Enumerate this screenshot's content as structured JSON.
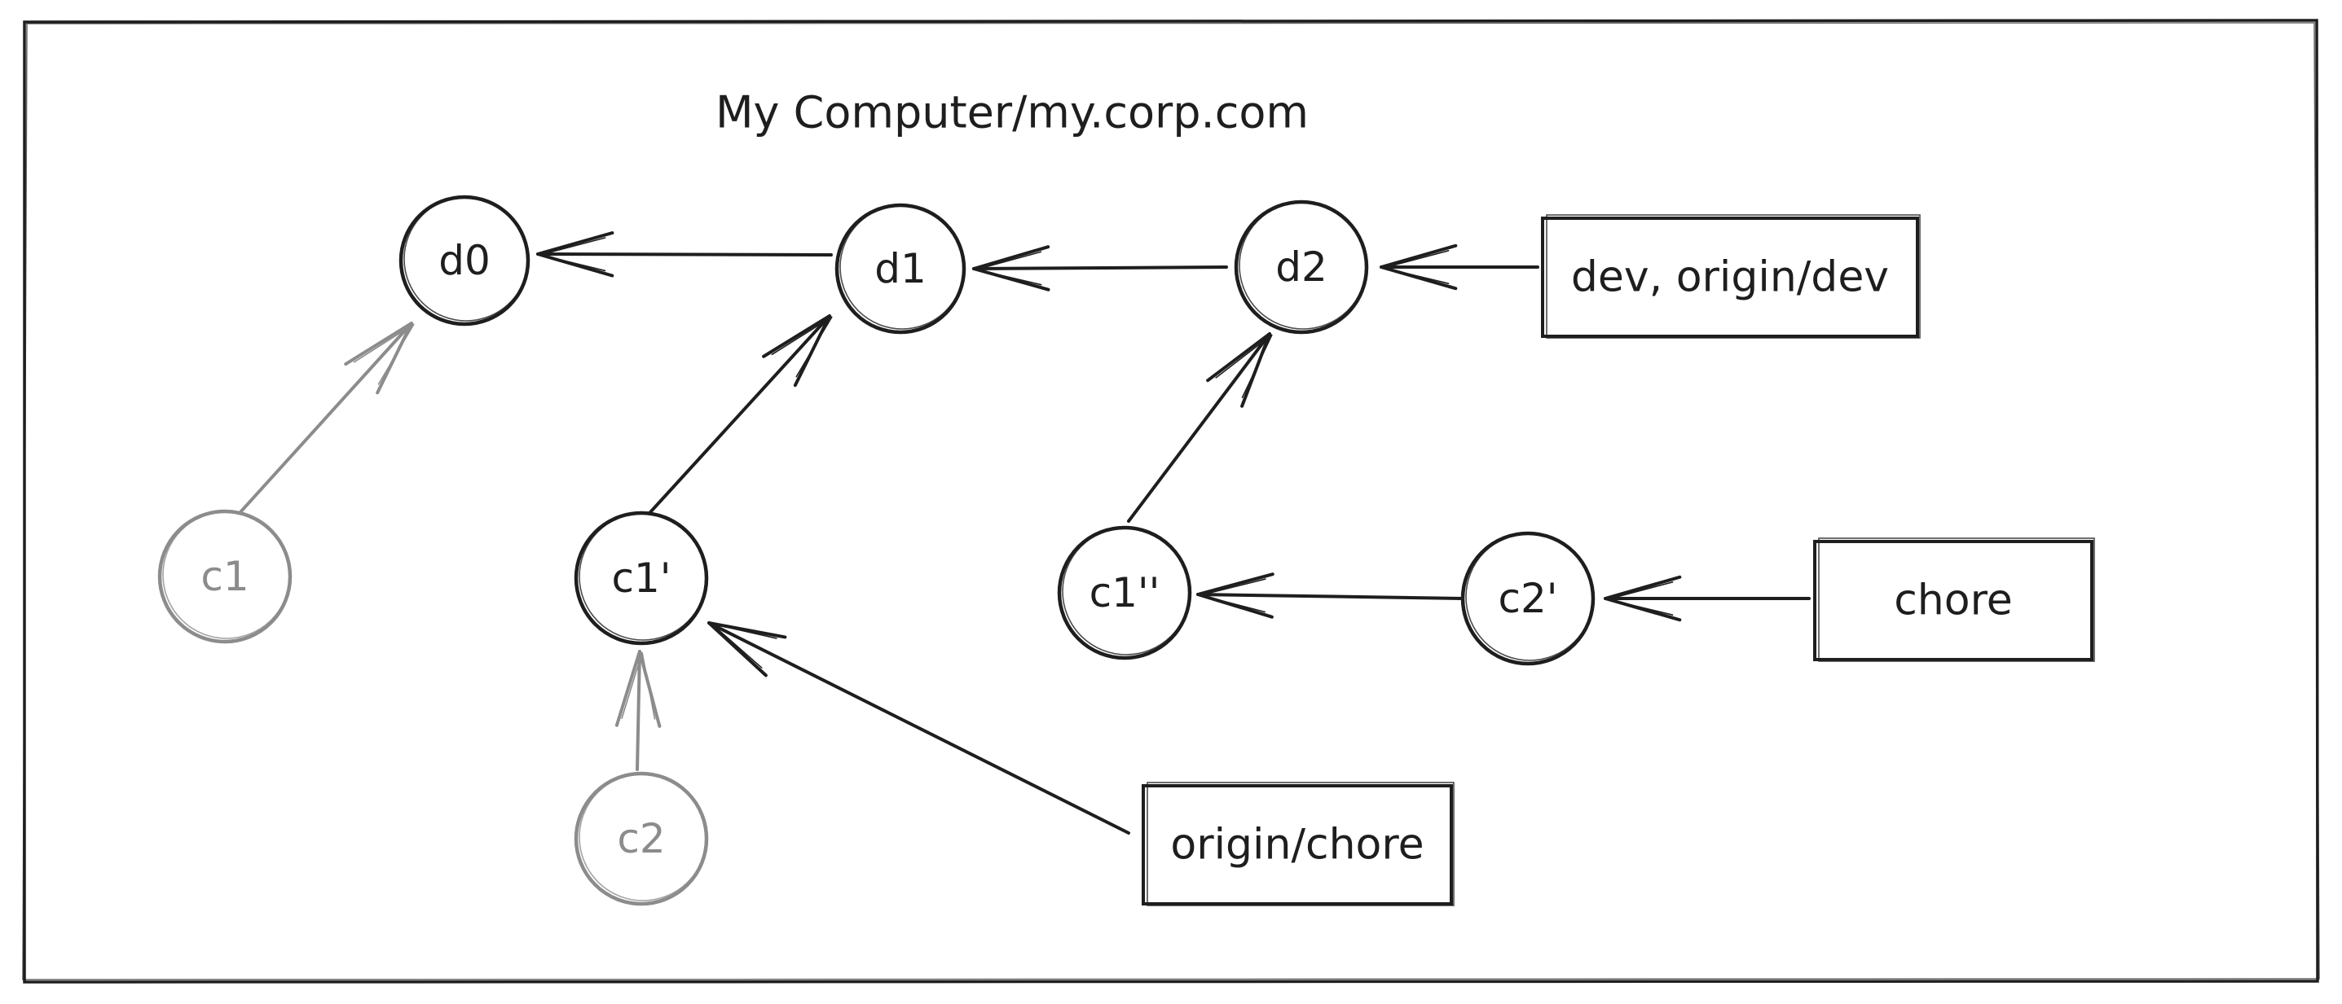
{
  "title": "My Computer/my.corp.com",
  "colors": {
    "ink": "#1e1e1e",
    "faded": "#8c8c8c",
    "background": "#ffffff"
  },
  "nodes": [
    {
      "id": "d0",
      "label": "d0",
      "faded": false
    },
    {
      "id": "d1",
      "label": "d1",
      "faded": false
    },
    {
      "id": "d2",
      "label": "d2",
      "faded": false
    },
    {
      "id": "c1",
      "label": "c1",
      "faded": true
    },
    {
      "id": "c1p",
      "label": "c1'",
      "faded": false
    },
    {
      "id": "c2",
      "label": "c2",
      "faded": true
    },
    {
      "id": "c1pp",
      "label": "c1''",
      "faded": false
    },
    {
      "id": "c2p",
      "label": "c2'",
      "faded": false
    }
  ],
  "refs": [
    {
      "id": "ref-dev",
      "label": "dev, origin/dev"
    },
    {
      "id": "ref-chore",
      "label": "chore"
    },
    {
      "id": "ref-origin-chore",
      "label": "origin/chore"
    }
  ],
  "edges": [
    {
      "from": "d1",
      "to": "d0",
      "faded": false
    },
    {
      "from": "d2",
      "to": "d1",
      "faded": false
    },
    {
      "from": "ref-dev",
      "to": "d2",
      "faded": false
    },
    {
      "from": "c1",
      "to": "d0",
      "faded": true
    },
    {
      "from": "c1p",
      "to": "d1",
      "faded": false
    },
    {
      "from": "c2",
      "to": "c1p",
      "faded": true
    },
    {
      "from": "ref-origin-chore",
      "to": "c1p",
      "faded": false
    },
    {
      "from": "c1pp",
      "to": "d2",
      "faded": false
    },
    {
      "from": "c2p",
      "to": "c1pp",
      "faded": false
    },
    {
      "from": "ref-chore",
      "to": "c2p",
      "faded": false
    }
  ]
}
